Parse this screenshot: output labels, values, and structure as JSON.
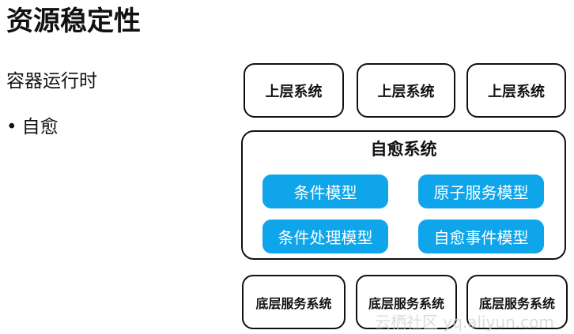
{
  "page": {
    "title": "资源稳定性",
    "subtitle": "容器运行时",
    "bullet": "自愈"
  },
  "diagram": {
    "upper_systems": [
      "上层系统",
      "上层系统",
      "上层系统"
    ],
    "self_healing": {
      "title": "自愈系统",
      "models": [
        "条件模型",
        "原子服务模型",
        "条件处理模型",
        "自愈事件模型"
      ]
    },
    "bottom_systems": [
      "底层服务系统",
      "底层服务系统",
      "底层服务系统"
    ],
    "accent_color": "#0ea5ea"
  },
  "watermark": "云栖社区 yq.aliyun.com"
}
